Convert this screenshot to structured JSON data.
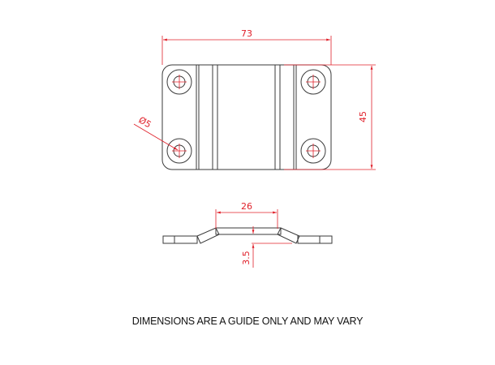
{
  "drawing": {
    "title": "Bracket plate technical drawing",
    "units": "mm",
    "colors": {
      "outline": "#3a3a3a",
      "dimension": "#e0202a",
      "text": "#111111"
    }
  },
  "top_view": {
    "dimensions": {
      "width": "73",
      "height": "45",
      "hole_diameter": "Ø5"
    },
    "holes": 4
  },
  "side_view": {
    "dimensions": {
      "flat_top_width": "26",
      "offset_height": "3.5"
    }
  },
  "note": "DIMENSIONS ARE A GUIDE ONLY AND MAY VARY"
}
